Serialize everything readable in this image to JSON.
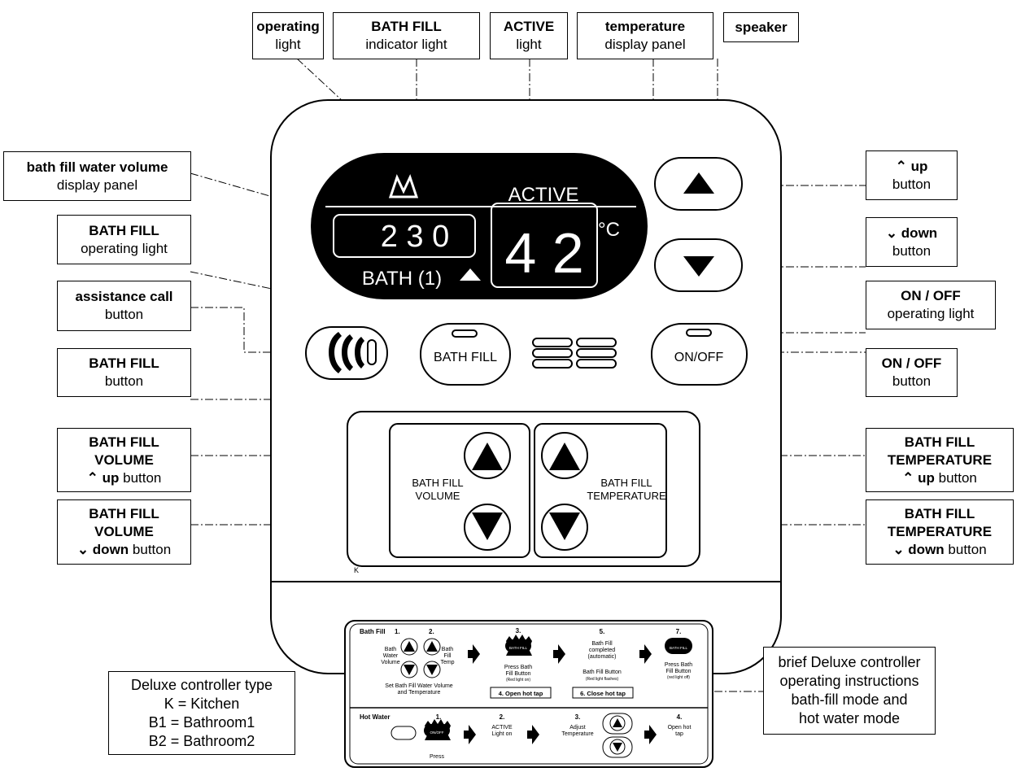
{
  "callouts": {
    "operating_light": {
      "line1": "operating",
      "line2": "light"
    },
    "bath_fill_indicator": {
      "line1": "BATH FILL",
      "line2": "indicator light"
    },
    "active_light": {
      "line1": "ACTIVE",
      "line2": "light"
    },
    "temperature_display": {
      "line1": "temperature",
      "line2": "display panel"
    },
    "speaker": {
      "line1": "speaker"
    },
    "volume_display": {
      "line1": "bath fill water volume",
      "line2": "display panel"
    },
    "bath_fill_operating_light": {
      "line1": "BATH FILL",
      "line2": "operating light"
    },
    "assistance_call": {
      "line1": "assistance call",
      "line2": "button"
    },
    "bath_fill_button": {
      "line1": "BATH FILL",
      "line2": "button"
    },
    "volume_up": {
      "line1": "BATH FILL",
      "line2": "VOLUME",
      "line3_bold": "up",
      "line3_rest": "button"
    },
    "volume_down": {
      "line1": "BATH FILL",
      "line2": "VOLUME",
      "line3_bold": "down",
      "line3_rest": "button"
    },
    "up_button": {
      "bold": "up",
      "rest": "button"
    },
    "down_button": {
      "bold": "down",
      "rest": "button"
    },
    "onoff_light": {
      "line1": "ON / OFF",
      "line2": "operating light"
    },
    "onoff_button": {
      "line1": "ON / OFF",
      "line2": "button"
    },
    "temp_up": {
      "line1": "BATH FILL",
      "line2": "TEMPERATURE",
      "line3_bold": "up",
      "line3_rest": "button"
    },
    "temp_down": {
      "line1": "BATH FILL",
      "line2": "TEMPERATURE",
      "line3_bold": "down",
      "line3_rest": "button"
    },
    "controller_type": {
      "line1": "Deluxe controller type",
      "line2": "K = Kitchen",
      "line3": "B1 = Bathroom1",
      "line4": "B2 = Bathroom2"
    },
    "brief_instructions": {
      "line1": "brief Deluxe controller",
      "line2": "operating instructions",
      "line3": "bath-fill mode and",
      "line4": "hot water mode"
    }
  },
  "controller": {
    "active_text": "ACTIVE",
    "volume_value": "2 3 0",
    "temperature_value": "4 2",
    "temperature_unit": "°C",
    "bath_label": "BATH (1)",
    "bath_fill_button": "BATH FILL",
    "onoff_button": "ON/OFF",
    "volume_panel_line1": "BATH FILL",
    "volume_panel_line2": "VOLUME",
    "temp_panel_line1": "BATH FILL",
    "temp_panel_line2": "TEMPERATURE",
    "type_letter": "K"
  },
  "instructions": {
    "bath_fill_title": "Bath Fill",
    "step1": "1.",
    "step2": "2.",
    "step3": "3.",
    "step5": "5.",
    "step7": "7.",
    "bath_water_volume": [
      "Bath",
      "Water",
      "Volume"
    ],
    "bath_fill_temp": [
      "Bath",
      "Fill",
      "Temp"
    ],
    "set_text_1": "Set Bath Fill Water Volume",
    "set_text_2": "and Temperature",
    "btn_bath_fill": "BATH FILL",
    "press_bath_fill": [
      "Press Bath",
      "Fill Button"
    ],
    "red_light_on": "(Red light on)",
    "step4_box": "4. Open hot tap",
    "completed": [
      "Bath Fill",
      "completed",
      "(automatic)"
    ],
    "bath_fill_button_text": "Bath Fill Button",
    "red_light_flashes": "(Red light flashes)",
    "step6_box": "6. Close hot tap",
    "press_bath_fill_7": [
      "Press Bath",
      "Fill Button"
    ],
    "red_light_off": "(red light off)",
    "hot_water_title": "Hot Water",
    "hw_step1": "1.",
    "hw_step2": "2.",
    "hw_step3": "3.",
    "hw_step4": "4.",
    "btn_onoff": "ON/OFF",
    "press": "Press",
    "active_light_on": [
      "ACTIVE",
      "Light on"
    ],
    "adjust_temperature": [
      "Adjust",
      "Temperature"
    ],
    "open_hot_tap": [
      "Open hot",
      "tap"
    ]
  }
}
